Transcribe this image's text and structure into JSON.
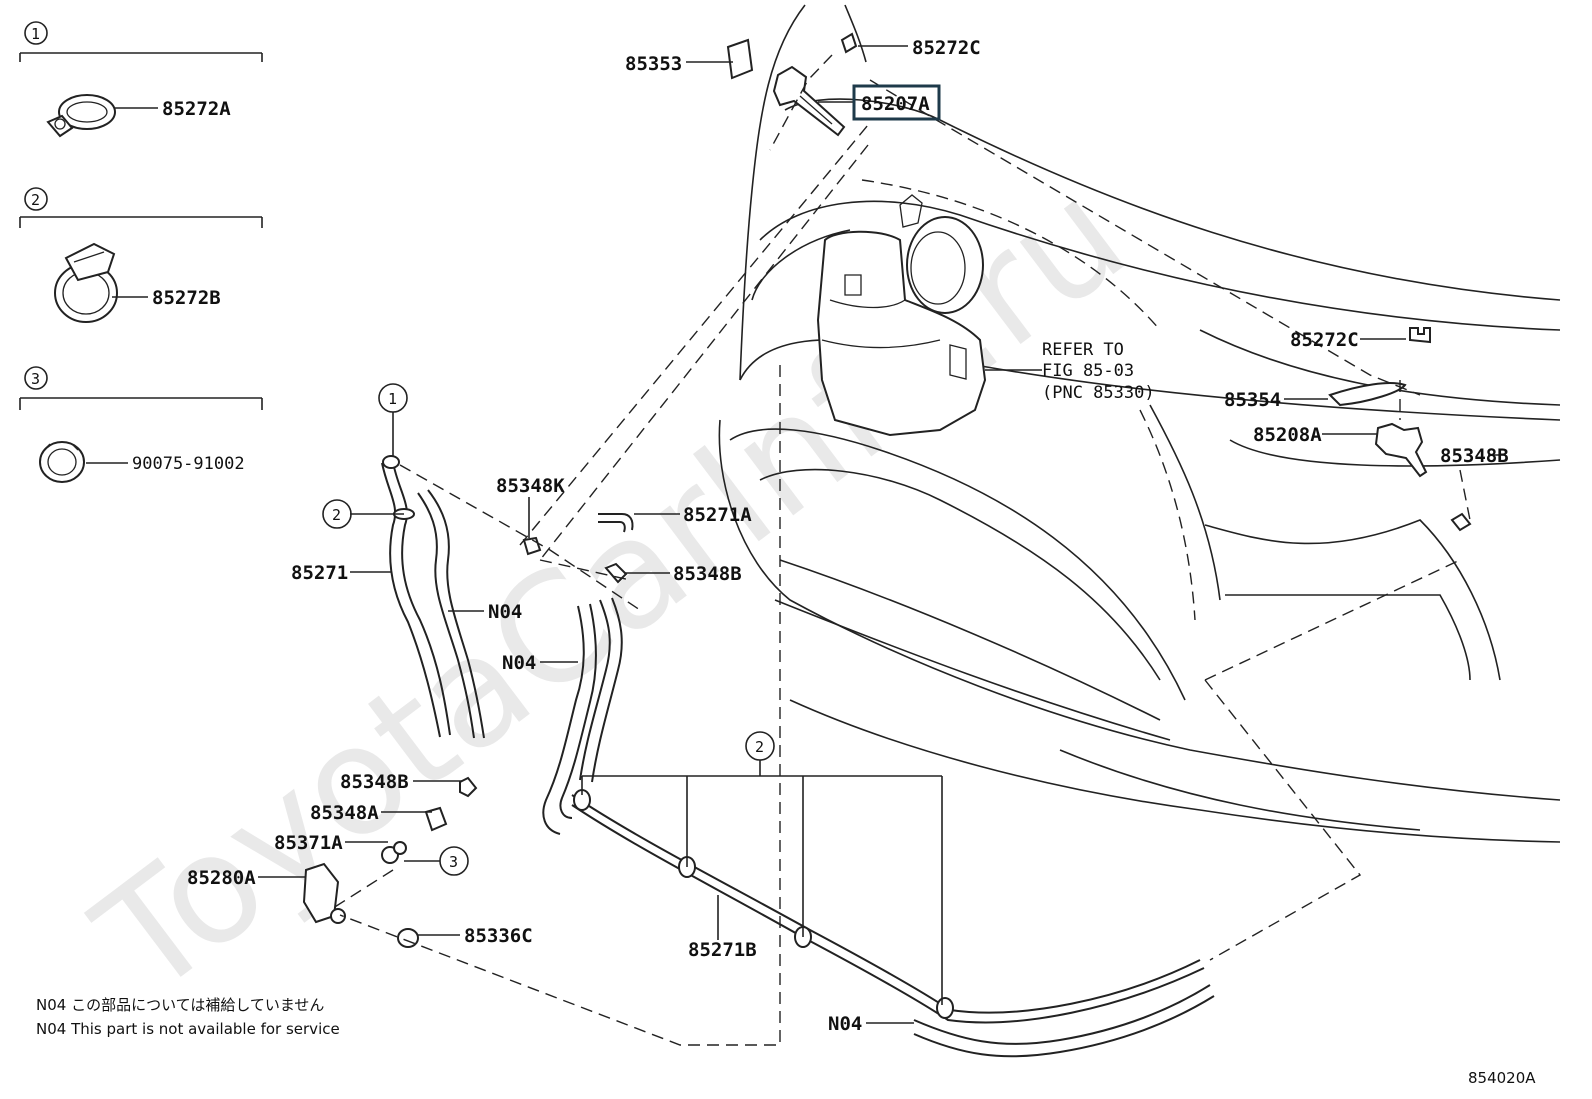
{
  "watermark": "ToyotaCarInfo.ru",
  "legend": [
    {
      "marker": "1",
      "part": "85272A"
    },
    {
      "marker": "2",
      "part": "85272B"
    },
    {
      "marker": "3",
      "part": "90075-91002"
    }
  ],
  "callouts": {
    "c85353": "85353",
    "c85272C_top": "85272C",
    "c85207A": "85207A",
    "c85272C_right": "85272C",
    "c85354": "85354",
    "c85208A": "85208A",
    "c85348B_right": "85348B",
    "c85348K": "85348K",
    "c85271A": "85271A",
    "c85348B_mid": "85348B",
    "c85271": "85271",
    "c_n04_left": "N04",
    "c_n04_mid": "N04",
    "c85348B_left": "85348B",
    "c85348A": "85348A",
    "c85371A": "85371A",
    "c85280A": "85280A",
    "c85336C": "85336C",
    "c85271B": "85271B",
    "c_n04_bottom": "N04"
  },
  "hose_markers": {
    "m1": "1",
    "m2": "2",
    "m3": "3",
    "m2_bottom": "2"
  },
  "reference": {
    "line1": "REFER TO",
    "line2": "FIG 85-03",
    "line3": "(PNC 85330)"
  },
  "notes": {
    "jp": "N04 この部品については補給していません",
    "en": "N04 This part is not available for service"
  },
  "figure_code": "854020A"
}
